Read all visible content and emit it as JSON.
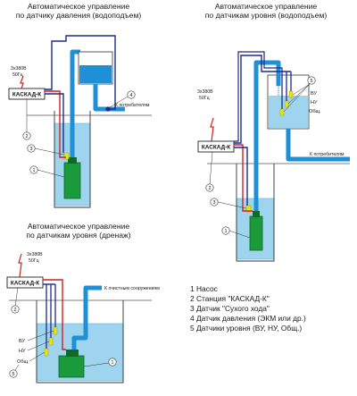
{
  "colors": {
    "pipe": "#1f8fd6",
    "water": "#9ed4ee",
    "water_edge": "#5fb4e0",
    "pump": "#1a9a3a",
    "pump_dark": "#0e6b25",
    "wire_red": "#d11f1f",
    "wire_navy": "#1c2a8a",
    "sensor": "#e7e21a",
    "ground": "#555555"
  },
  "icons": [
    "power-bolt-icon",
    "pump-icon",
    "sensor-icon",
    "tap-icon"
  ],
  "scheme1": {
    "title_line1": "Автоматическое управление",
    "title_line2": "по датчику давления (водоподъем)",
    "power": "3х380В",
    "freq": "50Гц",
    "controller": "КАСКАД-К",
    "consumer": "К потребителям",
    "labels": [
      "1",
      "2",
      "3",
      "4"
    ]
  },
  "scheme2": {
    "title_line1": "Автоматическое управление",
    "title_line2": "по датчикам уровня (водоподъем)",
    "power": "3х380В",
    "freq": "50Гц",
    "controller": "КАСКАД-К",
    "consumer": "К потребителям",
    "sensor_vu": "ВУ",
    "sensor_nu": "НУ",
    "sensor_obsch": "Общ.",
    "labels": [
      "1",
      "2",
      "3",
      "5"
    ]
  },
  "scheme3": {
    "title_line1": "Автоматическое управление",
    "title_line2": "по датчикам уровня (дренаж)",
    "power": "3х380В",
    "freq": "50Гц",
    "controller": "КАСКАД-К",
    "outlet": "К очистным сооружениям",
    "sensor_vu": "ВУ",
    "sensor_nu": "НУ",
    "sensor_obsch": "Общ.",
    "labels": [
      "1",
      "2",
      "5"
    ]
  },
  "legend": [
    "1 Насос",
    "2 Станция \"КАСКАД-К\"",
    "3 Датчик \"Сухого хода\"",
    "4 Датчик давления (ЭКМ или др.)",
    "5 Датчики уровня (ВУ, НУ, Общ.)"
  ]
}
